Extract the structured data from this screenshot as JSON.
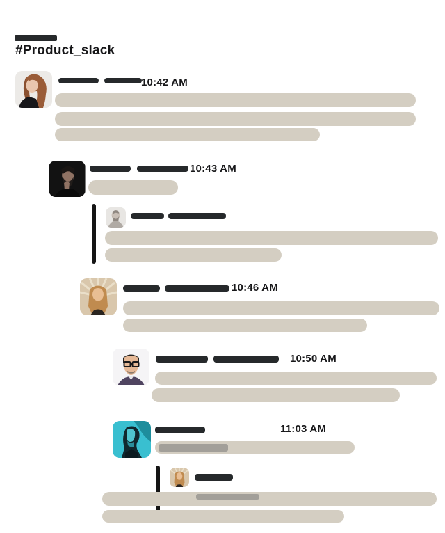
{
  "channel": {
    "title": "#Product_slack",
    "workspace_placeholder": "dark-bar"
  },
  "colors": {
    "background": "#ffffff",
    "placeholder_dark": "#26292b",
    "message_bubble": "#d4cec2",
    "inner_text_placeholder": "#a29f99",
    "thread_line": "#151515",
    "text": "#18181a"
  },
  "messages": [
    {
      "author_avatar": "red-haired-woman",
      "name_placeholders": 2,
      "timestamp": "10:42 AM",
      "body_placeholder_lines": 3
    },
    {
      "author_avatar": "dark-bearded-man",
      "name_placeholders": 2,
      "timestamp": "10:43 AM",
      "body_placeholder_lines": 1,
      "thread_reply": {
        "author_avatar": "grayscale-bearded-man",
        "name_placeholders": 2,
        "body_placeholder_lines": 2
      }
    },
    {
      "author_avatar": "blonde-woman-sunrays",
      "name_placeholders": 2,
      "timestamp": "10:46 AM",
      "body_placeholder_lines": 2
    },
    {
      "author_avatar": "cartoon-man-glasses",
      "name_placeholders": 2,
      "timestamp": "10:50 AM",
      "body_placeholder_lines": 2
    },
    {
      "author_avatar": "teal-duotone-man",
      "name_placeholders": 1,
      "timestamp": "11:03 AM",
      "body_placeholder_lines": 1,
      "body_has_inner_text_placeholder": true,
      "thread_reply": {
        "author_avatar": "blonde-woman-sunrays-small",
        "name_placeholders": 1,
        "body_placeholder_lines": 2,
        "body_has_inner_text_placeholder": true
      }
    }
  ]
}
